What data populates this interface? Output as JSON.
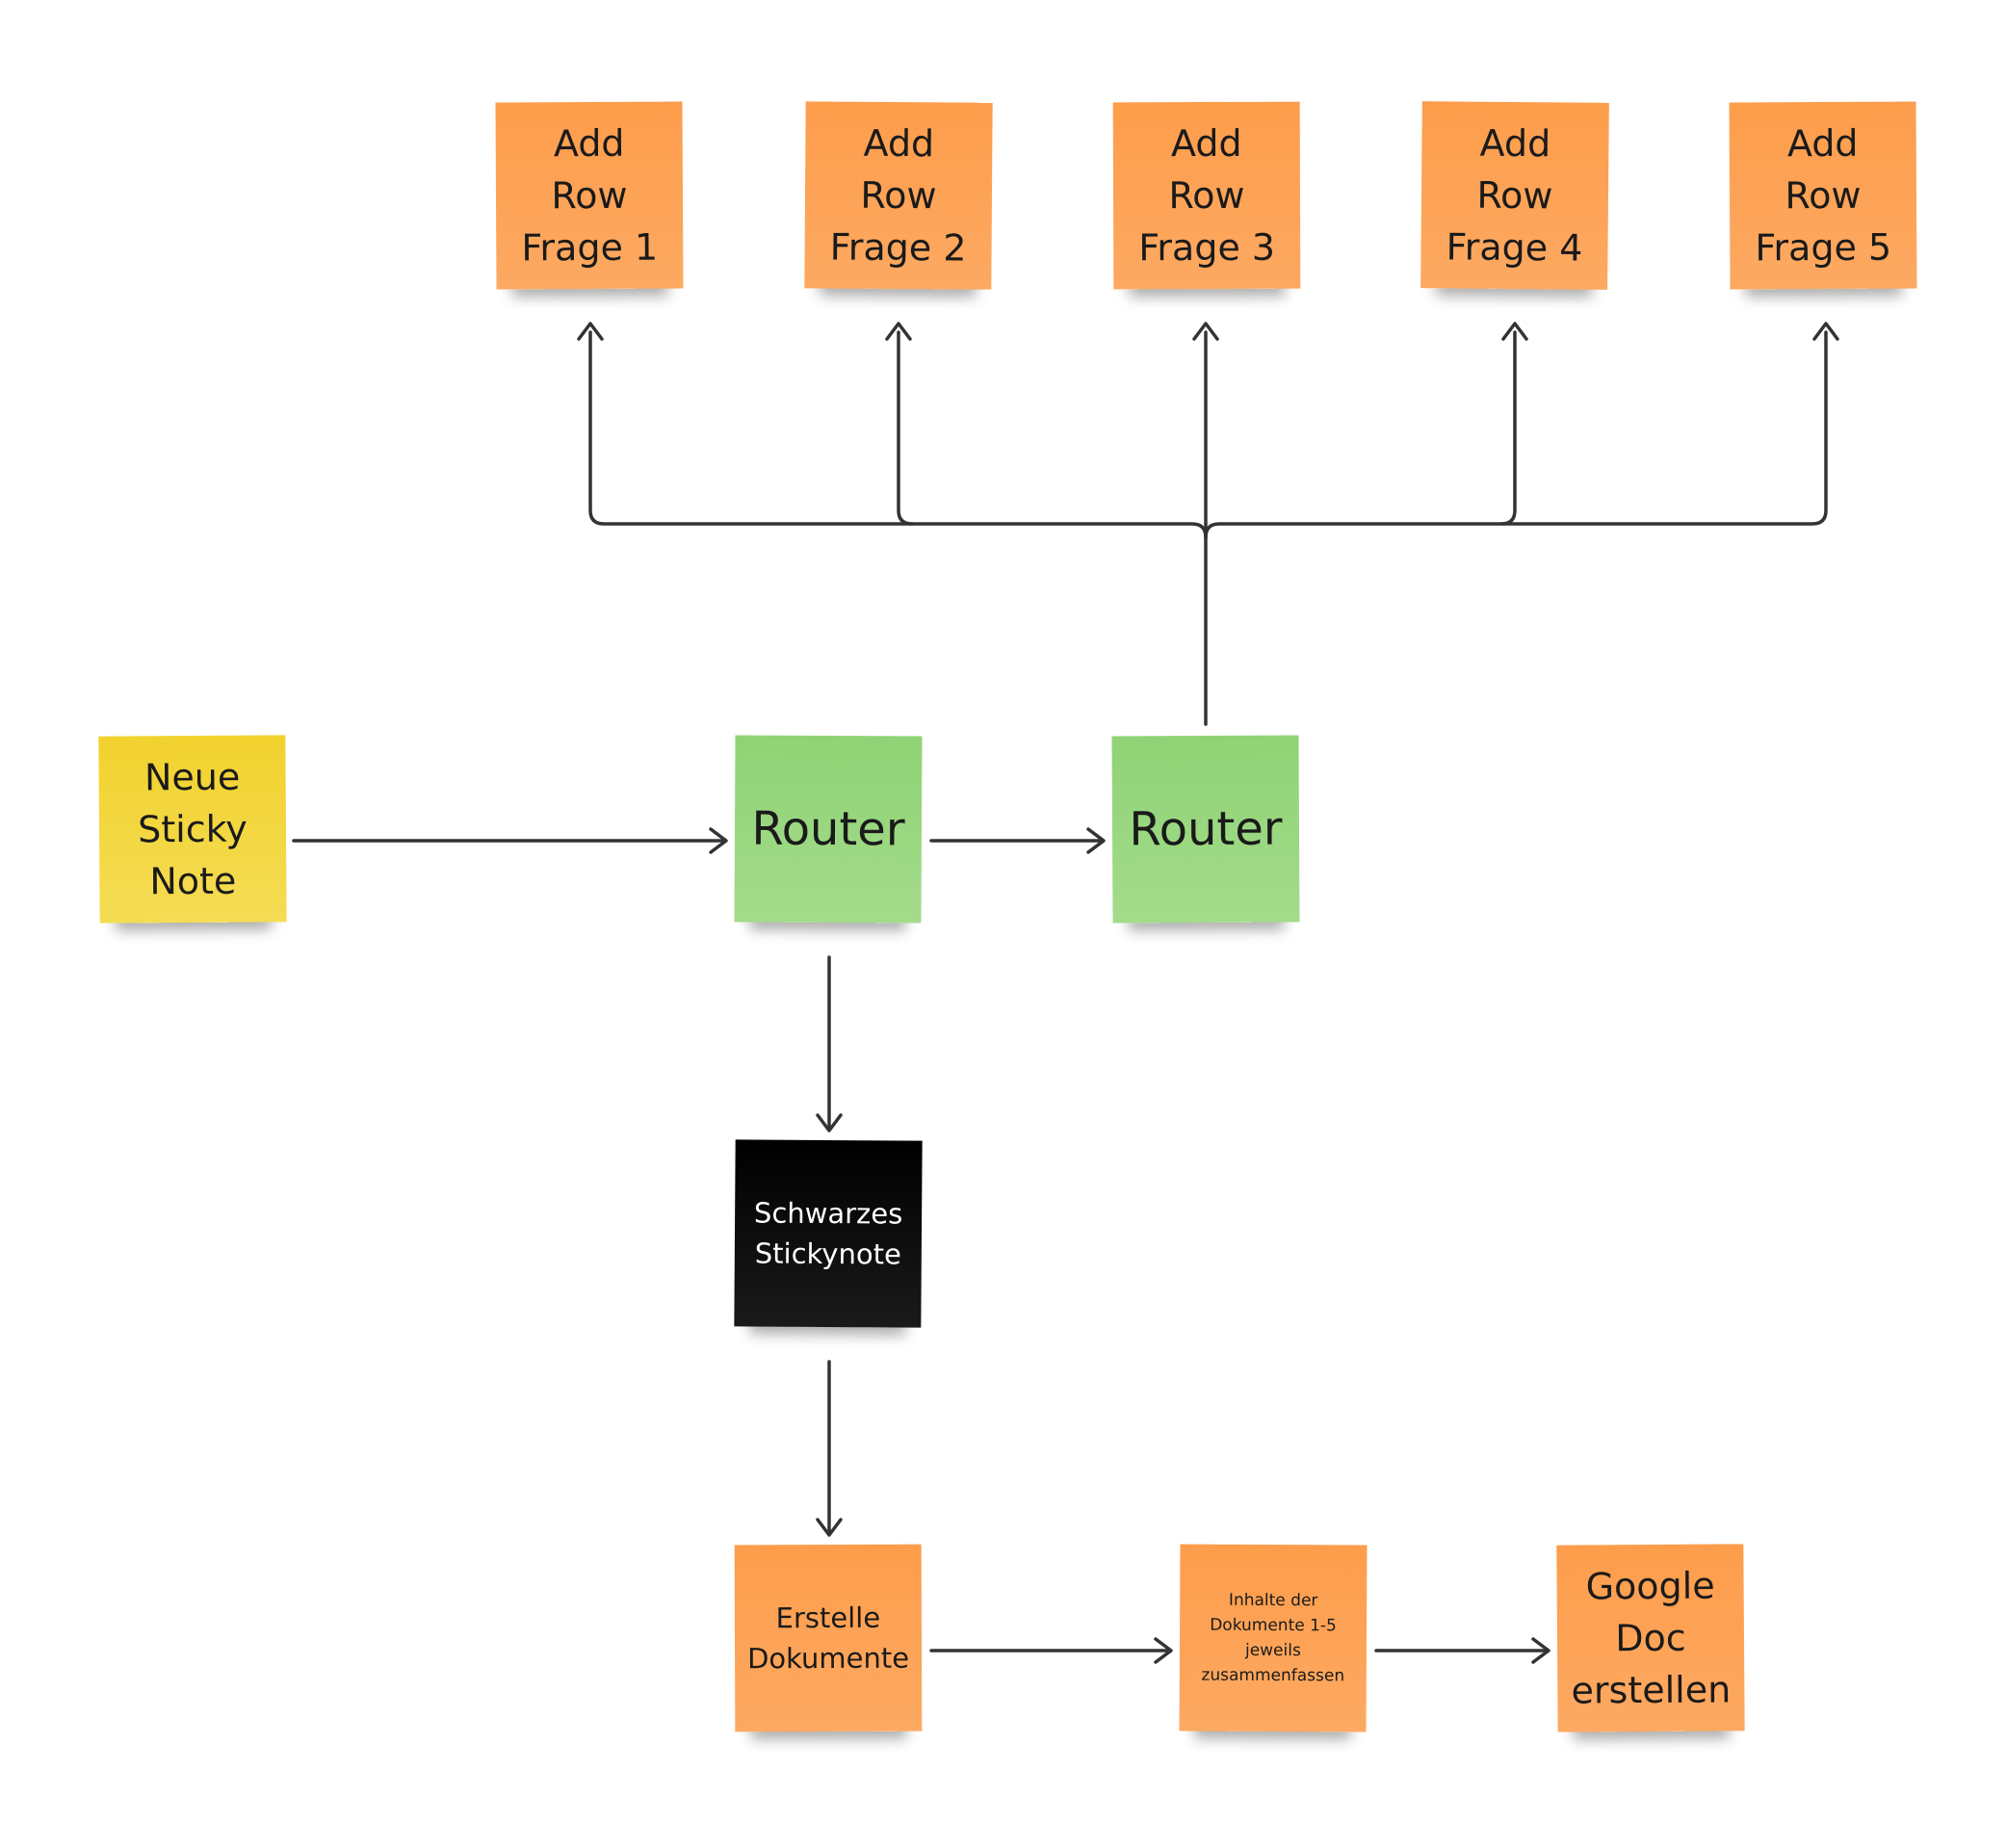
{
  "colors": {
    "orange": "#fd9d4b",
    "yellow": "#f2d22e",
    "green": "#8fd375",
    "black": "#000000",
    "connector": "#333333",
    "background": "#ffffff"
  },
  "nodes": {
    "q1": {
      "label": "Add\nRow\nFrage 1",
      "color": "orange"
    },
    "q2": {
      "label": "Add\nRow\nFrage 2",
      "color": "orange"
    },
    "q3": {
      "label": "Add\nRow\nFrage 3",
      "color": "orange"
    },
    "q4": {
      "label": "Add\nRow\nFrage 4",
      "color": "orange"
    },
    "q5": {
      "label": "Add\nRow\nFrage 5",
      "color": "orange"
    },
    "neu": {
      "label": "Neue\nSticky\nNote",
      "color": "yellow"
    },
    "router1": {
      "label": "Router",
      "color": "green"
    },
    "router2": {
      "label": "Router",
      "color": "green"
    },
    "black": {
      "label": "Schwarzes\nStickynote",
      "color": "black"
    },
    "erstelle": {
      "label": "Erstelle\nDokumente",
      "color": "orange"
    },
    "inhalte": {
      "label": "Inhalte der\nDokumente 1-5\njeweils\nzusammenfassen",
      "color": "orange"
    },
    "google": {
      "label": "Google\nDoc\nerstellen",
      "color": "orange"
    }
  },
  "edges": [
    {
      "from": "neu",
      "to": "router1"
    },
    {
      "from": "router1",
      "to": "router2"
    },
    {
      "from": "router2",
      "to": "q1"
    },
    {
      "from": "router2",
      "to": "q2"
    },
    {
      "from": "router2",
      "to": "q3"
    },
    {
      "from": "router2",
      "to": "q4"
    },
    {
      "from": "router2",
      "to": "q5"
    },
    {
      "from": "router1",
      "to": "black"
    },
    {
      "from": "black",
      "to": "erstelle"
    },
    {
      "from": "erstelle",
      "to": "inhalte"
    },
    {
      "from": "inhalte",
      "to": "google"
    }
  ]
}
